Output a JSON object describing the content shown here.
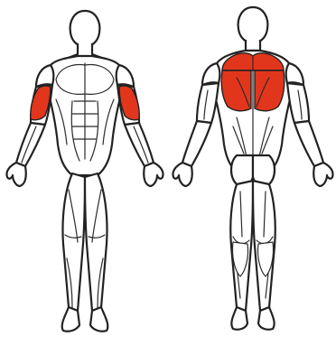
{
  "figure": {
    "views": [
      "front",
      "back"
    ],
    "highlight_color": "#e2361c",
    "outline_color": "#222222",
    "highlighted_muscles": {
      "front": [
        "biceps-left",
        "biceps-right"
      ],
      "back": [
        "latissimus-left",
        "latissimus-right",
        "trapezius-upper"
      ]
    }
  }
}
